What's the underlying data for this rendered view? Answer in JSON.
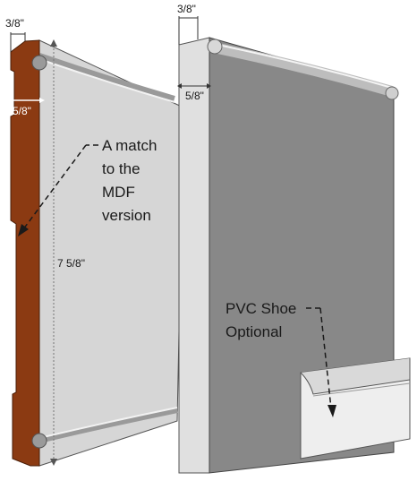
{
  "dimensions": {
    "left_top_thickness": "3/8\"",
    "left_profile_depth": "5/8\"",
    "left_height": "7 5/8\"",
    "right_top_thickness": "3/8\"",
    "right_profile_depth": "5/8\""
  },
  "callouts": {
    "mdf": [
      "A match",
      "to the",
      "MDF",
      "version"
    ],
    "shoe": [
      "PVC Shoe",
      "Optional"
    ]
  },
  "colors": {
    "mdf_edge": "#8b3a12",
    "board_face": "#d3d3d3",
    "board_face_dark": "#808080",
    "board_edge": "#dcdcdc",
    "shoe": "#eeeeee"
  }
}
